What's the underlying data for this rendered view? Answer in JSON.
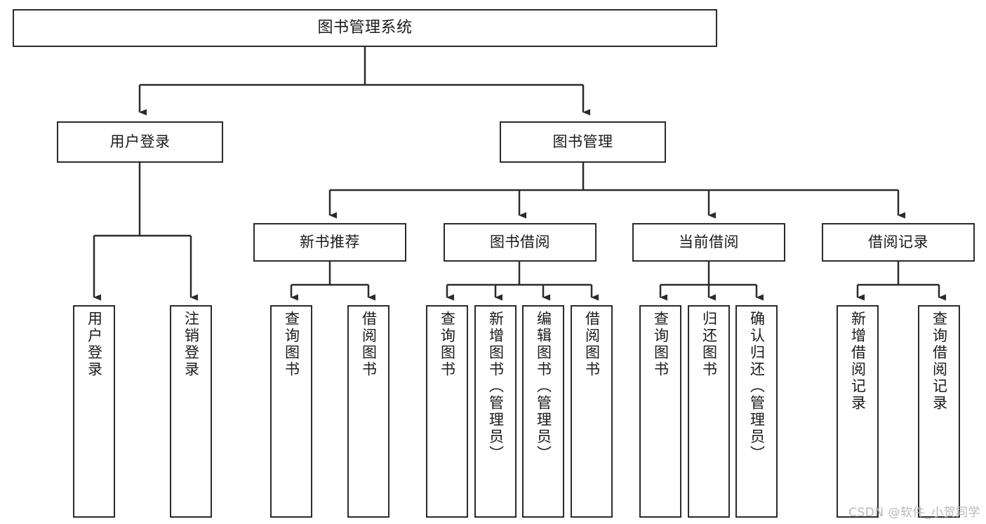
{
  "diagram": {
    "title": "图书管理系统",
    "type": "tree-hierarchy-chart",
    "watermark": "CSDN @软件_小贺同学",
    "levels": {
      "root": {
        "label": "图书管理系统"
      },
      "level1": [
        {
          "id": "user-login",
          "label": "用户登录"
        },
        {
          "id": "book-manage",
          "label": "图书管理"
        }
      ],
      "level2": [
        {
          "id": "new-book-recommend",
          "label": "新书推荐",
          "parent": "book-manage"
        },
        {
          "id": "book-borrow",
          "label": "图书借阅",
          "parent": "book-manage"
        },
        {
          "id": "current-borrow",
          "label": "当前借阅",
          "parent": "book-manage"
        },
        {
          "id": "borrow-record",
          "label": "借阅记录",
          "parent": "book-manage"
        }
      ],
      "leaves": {
        "user-login": [
          {
            "id": "leaf-user-login",
            "label": "用户登录"
          },
          {
            "id": "leaf-user-logout",
            "label": "注销登录"
          }
        ],
        "new-book-recommend": [
          {
            "id": "leaf-query-book-1",
            "label": "查询图书"
          },
          {
            "id": "leaf-borrow-book-1",
            "label": "借阅图书"
          }
        ],
        "book-borrow": [
          {
            "id": "leaf-query-book-2",
            "label": "查询图书"
          },
          {
            "id": "leaf-add-book",
            "label": "新增图书（管理员）"
          },
          {
            "id": "leaf-edit-book",
            "label": "编辑图书（管理员）"
          },
          {
            "id": "leaf-borrow-book-2",
            "label": "借阅图书"
          }
        ],
        "current-borrow": [
          {
            "id": "leaf-query-book-3",
            "label": "查询图书"
          },
          {
            "id": "leaf-return-book",
            "label": "归还图书"
          },
          {
            "id": "leaf-confirm-return",
            "label": "确认归还（管理员）"
          }
        ],
        "borrow-record": [
          {
            "id": "leaf-add-record",
            "label": "新增借阅记录"
          },
          {
            "id": "leaf-query-record",
            "label": "查询借阅记录"
          }
        ]
      }
    },
    "colors": {
      "stroke": "#2b2b2b",
      "fill": "#ffffff",
      "text": "#1a1a1a",
      "watermark": "#b9b9b9"
    }
  }
}
